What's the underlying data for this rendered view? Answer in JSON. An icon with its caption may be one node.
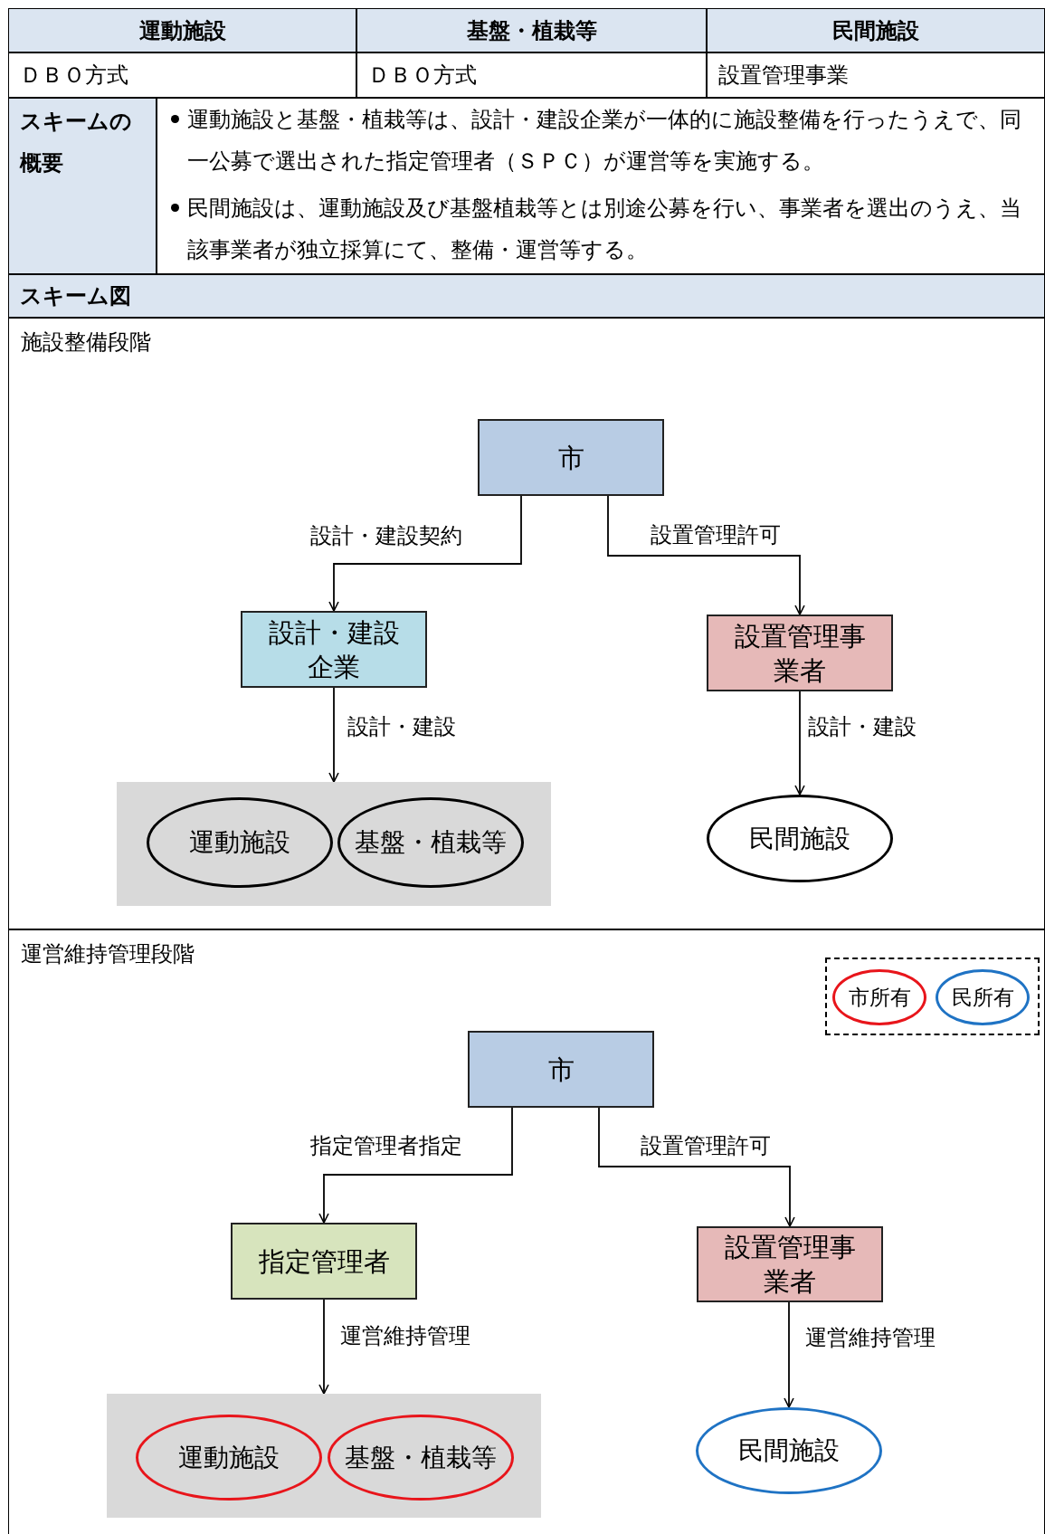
{
  "diagram": {
    "nodes": [
      {
        "text": [
          "市"
        ]
      },
      {
        "text": [
          "設計・建設企業"
        ]
      },
      {
        "text": [
          "設置管理事業者"
        ]
      },
      {
        "text": [],
        "shape": "box"
      },
      {
        "text": [
          "運動施設"
        ],
        "in": 3
      },
      {
        "text": [
          "基盤・植栽等"
        ],
        "in": 3
      },
      {
        "text": [
          "民間施設"
        ]
      },
      {
        "text": [
          "市"
        ]
      },
      {
        "text": [
          "指定管理者"
        ]
      },
      {
        "text": [
          "設置管理事業者"
        ]
      },
      {
        "text": [],
        "shape": "box"
      },
      {
        "text": [
          "運動施設"
        ],
        "in": 10
      },
      {
        "text": [
          "基盤・植栽等"
        ],
        "in": 10
      },
      {
        "text": [
          "民間施設"
        ]
      }
    ],
    "edges": [
      {
        "from": 0,
        "to": 1,
        "arrow": "to",
        "label": "設計・建設契約"
      },
      {
        "from": 0,
        "to": 2,
        "arrow": "to",
        "label": "設置管理許可"
      },
      {
        "from": 1,
        "to": 3,
        "arrow": "to",
        "label": "設計・建設"
      },
      {
        "from": 2,
        "to": 6,
        "arrow": "to",
        "label": "設計・建設"
      },
      {
        "from": 7,
        "to": 8,
        "arrow": "to",
        "label": "指定管理者指定"
      },
      {
        "from": 7,
        "to": 9,
        "arrow": "to",
        "label": "設置管理許可"
      },
      {
        "from": 8,
        "to": 10,
        "arrow": "to",
        "label": "運営維持管理"
      },
      {
        "from": 9,
        "to": 13,
        "arrow": "to",
        "label": "運営維持管理"
      }
    ],
    "labels": [
      "運動施設",
      "基盤・植栽等",
      "民間施設",
      "ＤＢＯ方式",
      "ＤＢＯ方式",
      "設置管理事業",
      "スキームの概要",
      "運動施設と基盤・植栽等は、設計・建設企業が一体的に施設整備を行ったうえで、同一公募で選出された指定管理者（ＳＰＣ）が運営等を実施する。",
      "民間施設は、運動施設及び基盤植栽等とは別途公募を行い、事業者を選出のうえ、当該事業者が独立採算にて、整備・運営等する。",
      "スキーム図",
      "施設整備段階",
      "運営維持管理段階"
    ],
    "legend": [
      {
        "text": "市所有",
        "color": "#e8151b"
      },
      {
        "text": "民所有",
        "color": "#1f73c4"
      }
    ]
  }
}
